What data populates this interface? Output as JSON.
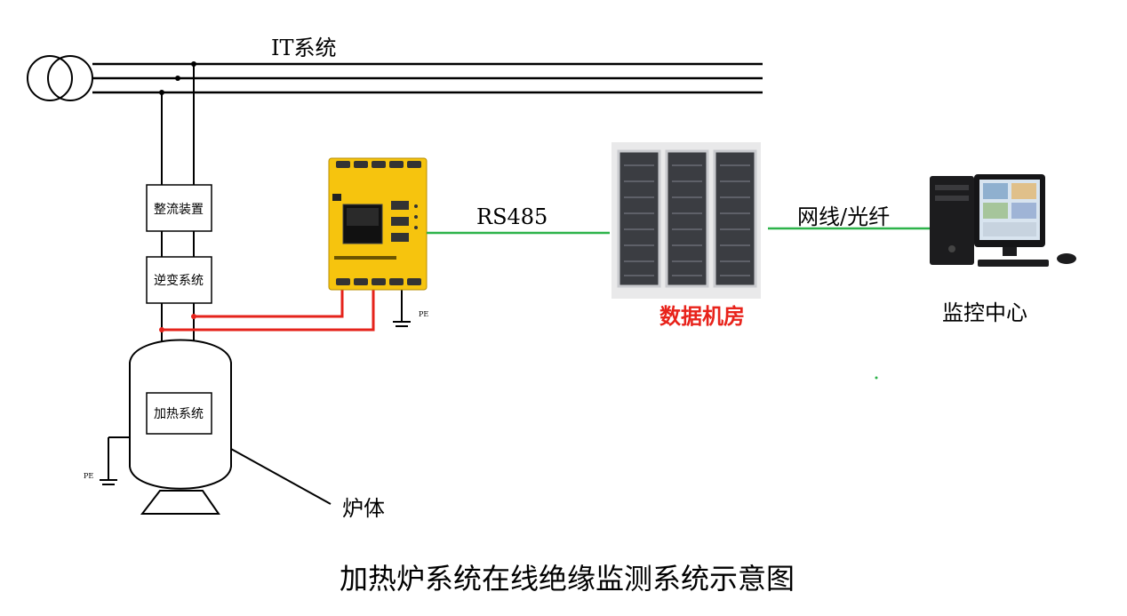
{
  "labels": {
    "it_system": "IT系统",
    "rectifier": "整流装置",
    "inverter": "逆变系统",
    "heating": "加热系统",
    "furnace": "炉体",
    "pe_device": "PE",
    "pe_furnace": "PE",
    "rs485": "RS485",
    "network": "网线/光纤",
    "data_room": "数据机房",
    "monitor_center": "监控中心",
    "caption": "加热炉系统在线绝缘监测系统示意图"
  },
  "colors": {
    "line": "#000000",
    "red_wire": "#e5231b",
    "green_wire": "#2db34a",
    "device_yellow": "#f6c40e",
    "data_room_text": "#e8231b"
  }
}
